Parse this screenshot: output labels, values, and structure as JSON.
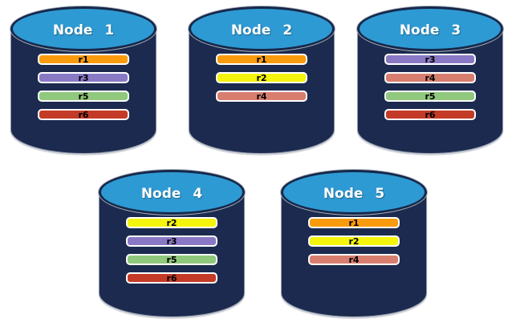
{
  "diagram": {
    "description": "Five database node cylinders showing replica placement",
    "colors": {
      "background": "#FFFFFF",
      "cylinder_body": "#1B2A4E",
      "cylinder_top": "#2E9AD3",
      "cylinder_stroke": "#16284A",
      "title_text": "#FFFFFF",
      "bar_border": "#FFFFFF",
      "bar_text": "#000000",
      "replica_palette": {
        "r1": "#F99B0C",
        "r2": "#F4F40D",
        "r3": "#8979C5",
        "r4": "#D87E6F",
        "r5": "#90C87D",
        "r6": "#C33B27"
      }
    },
    "nodes": [
      {
        "label": "Node 1",
        "replicas": [
          {
            "label": "r1",
            "color": "#F99B0C"
          },
          {
            "label": "r3",
            "color": "#8979C5"
          },
          {
            "label": "r5",
            "color": "#90C87D"
          },
          {
            "label": "r6",
            "color": "#C33B27"
          }
        ]
      },
      {
        "label": "Node 2",
        "replicas": [
          {
            "label": "r1",
            "color": "#F99B0C"
          },
          {
            "label": "r2",
            "color": "#F4F40D"
          },
          {
            "label": "r4",
            "color": "#D87E6F"
          }
        ]
      },
      {
        "label": "Node 3",
        "replicas": [
          {
            "label": "r3",
            "color": "#8979C5"
          },
          {
            "label": "r4",
            "color": "#D87E6F"
          },
          {
            "label": "r5",
            "color": "#90C87D"
          },
          {
            "label": "r6",
            "color": "#C33B27"
          }
        ]
      },
      {
        "label": "Node 4",
        "replicas": [
          {
            "label": "r2",
            "color": "#F4F40D"
          },
          {
            "label": "r3",
            "color": "#8979C5"
          },
          {
            "label": "r5",
            "color": "#90C87D"
          },
          {
            "label": "r6",
            "color": "#C33B27"
          }
        ]
      },
      {
        "label": "Node 5",
        "replicas": [
          {
            "label": "r1",
            "color": "#F99B0C"
          },
          {
            "label": "r2",
            "color": "#F4F40D"
          },
          {
            "label": "r4",
            "color": "#D87E6F"
          }
        ]
      }
    ]
  }
}
